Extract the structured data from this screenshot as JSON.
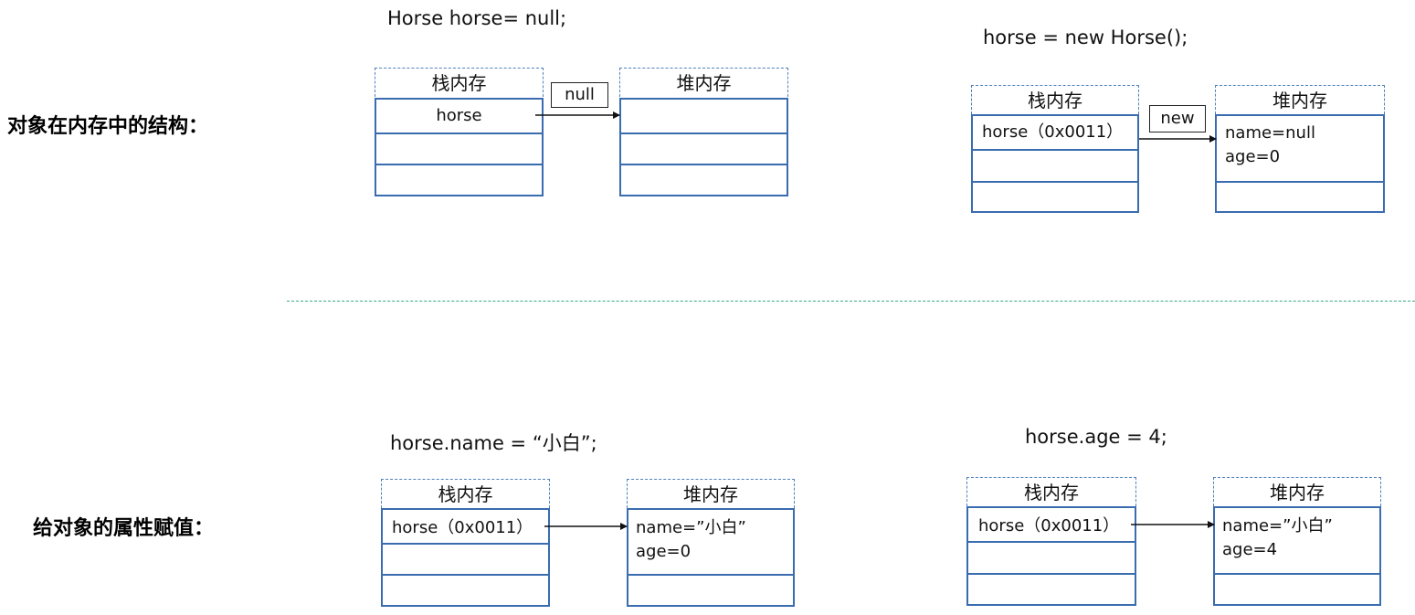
{
  "section1": {
    "label": "对象在内存中的结构："
  },
  "section2": {
    "label": "给对象的属性赋值："
  },
  "d1": {
    "code": "Horse horse= null;",
    "stack_label": "栈内存",
    "heap_label": "堆内存",
    "stack_cell": "horse",
    "tag": "null"
  },
  "d2": {
    "code": "horse = new Horse();",
    "stack_label": "栈内存",
    "heap_label": "堆内存",
    "stack_cell": "horse（0x0011）",
    "heap_line1": "name=null",
    "heap_line2": "age=0",
    "tag": "new"
  },
  "d3": {
    "code": "horse.name = “小白”;",
    "stack_label": "栈内存",
    "heap_label": "堆内存",
    "stack_cell": "horse（0x0011）",
    "heap_line1": "name=”小白”",
    "heap_line2": "age=0"
  },
  "d4": {
    "code": "horse.age = 4;",
    "stack_label": "栈内存",
    "heap_label": "堆内存",
    "stack_cell": "horse（0x0011）",
    "heap_line1": "name=”小白”",
    "heap_line2": "age=4"
  },
  "colors": {
    "box_border": "#3a6cb0",
    "label_dash": "#4f81bd",
    "divider": "#39a98a"
  }
}
